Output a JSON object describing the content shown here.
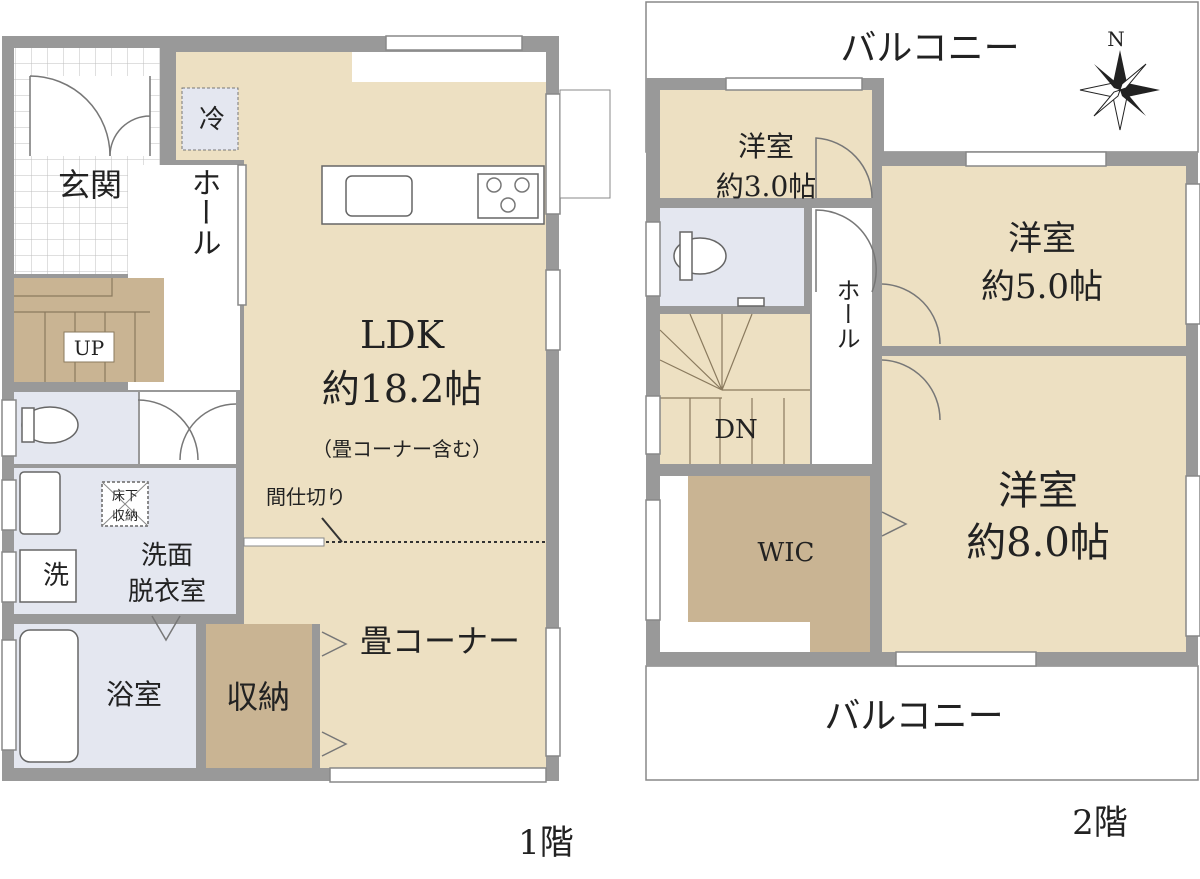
{
  "floor1": {
    "caption": "1階",
    "rooms": {
      "entrance": "玄関",
      "hall": "ホール",
      "stairs_up": "UP",
      "fridge": "冷",
      "ldk_name": "LDK",
      "ldk_size": "約18.2帖",
      "ldk_note": "（畳コーナー含む）",
      "partition": "間仕切り",
      "underfloor_line1": "床下",
      "underfloor_line2": "収納",
      "washer": "洗",
      "washroom_line1": "洗面",
      "washroom_line2": "脱衣室",
      "bath": "浴室",
      "storage": "収納",
      "tatami": "畳コーナー"
    }
  },
  "floor2": {
    "caption": "2階",
    "compass": "N",
    "rooms": {
      "balcony_top": "バルコニー",
      "balcony_bottom": "バルコニー",
      "room3_name": "洋室",
      "room3_size": "約3.0帖",
      "room5_name": "洋室",
      "room5_size": "約5.0帖",
      "room8_name": "洋室",
      "room8_size": "約8.0帖",
      "hall": "ホール",
      "stairs_down": "DN",
      "wic": "WIC"
    }
  },
  "colors": {
    "wall": "#999999",
    "room_beige": "#ede0c2",
    "wet_area_blue": "#e4e7f0",
    "storage_brown": "#c9b493"
  }
}
